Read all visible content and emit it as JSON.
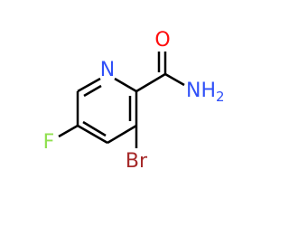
{
  "molecule": {
    "atoms": {
      "nitrogen_ring": {
        "text": "N",
        "color": "#3050f8"
      },
      "oxygen": {
        "text": "O",
        "color": "#ff0d0d"
      },
      "amide_n": {
        "text": "NH",
        "subscript": "2",
        "color": "#3050f8"
      },
      "fluorine": {
        "text": "F",
        "color": "#90e050"
      },
      "bromine": {
        "text": "Br",
        "color": "#a62929"
      }
    },
    "bond_color": "#000000"
  }
}
